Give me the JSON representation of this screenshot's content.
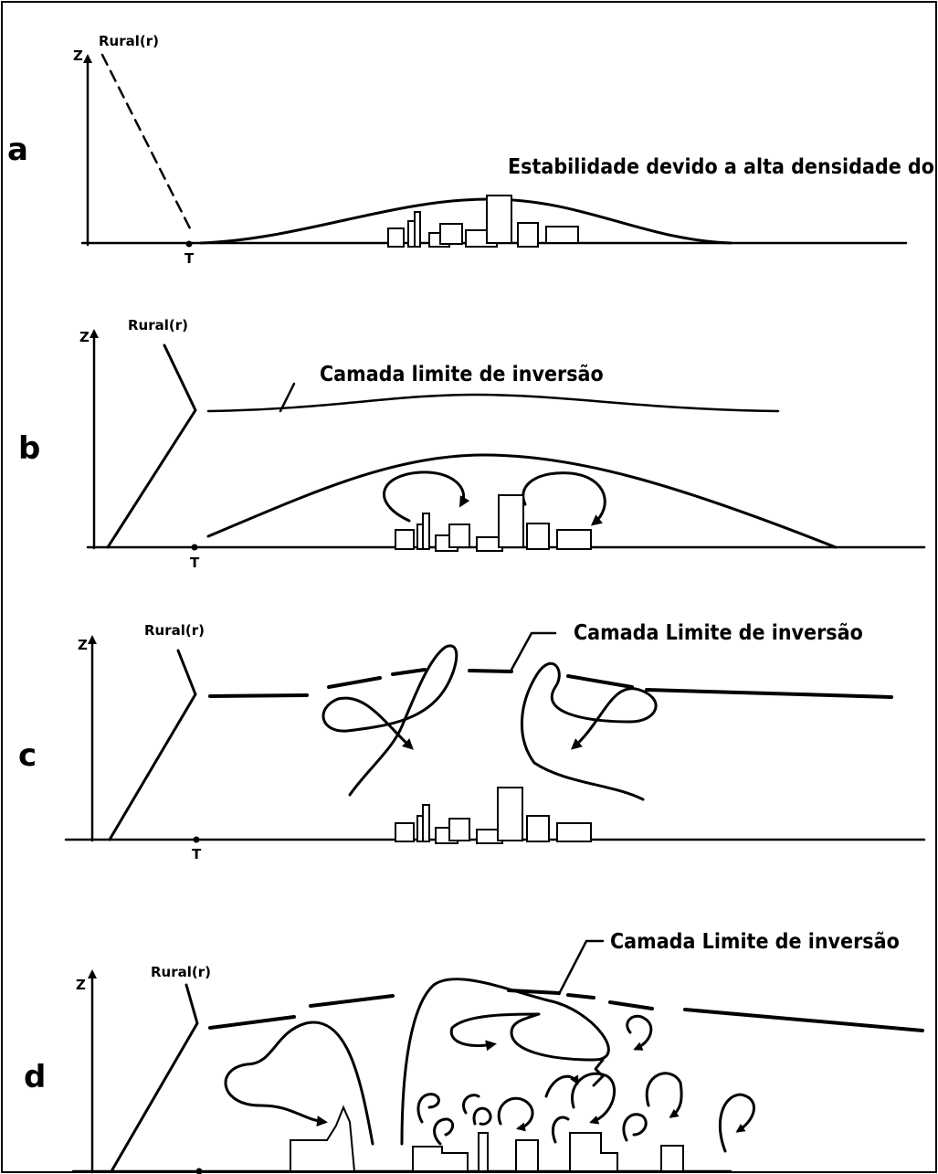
{
  "panels": [
    {
      "letter": "a",
      "axis_label": "Z",
      "temp_label": "T",
      "rural_label": "Rural(r)",
      "caption": "Estabilidade devido a alta densidade do ar"
    },
    {
      "letter": "b",
      "axis_label": "Z",
      "temp_label": "T",
      "rural_label": "Rural(r)",
      "caption": "Camada limite de inversão"
    },
    {
      "letter": "c",
      "axis_label": "Z",
      "temp_label": "T",
      "rural_label": "Rural(r)",
      "caption": "Camada Limite de inversão"
    },
    {
      "letter": "d",
      "axis_label": "Z",
      "rural_label": "Rural(r)",
      "caption": "Camada Limite de inversão"
    }
  ],
  "colors": {
    "ink": "#000000",
    "background": "#ffffff"
  }
}
